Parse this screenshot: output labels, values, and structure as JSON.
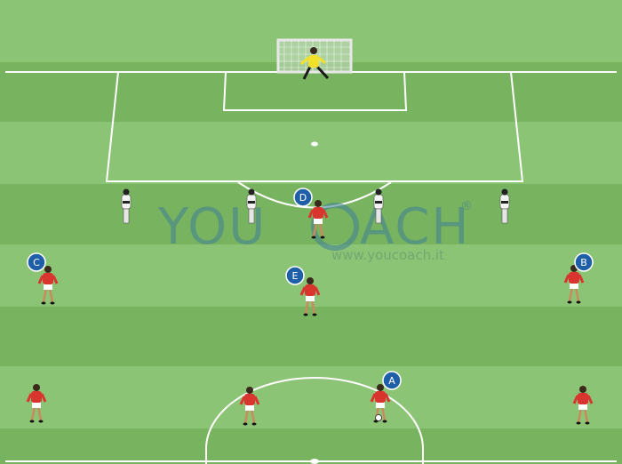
{
  "watermark": {
    "brand_you": "YOU",
    "brand_c": "C",
    "brand_ach": "ACH",
    "registered": "®",
    "url": "www.youcoach.it"
  },
  "labels": {
    "A": "A",
    "B": "B",
    "C": "C",
    "D": "D",
    "E": "E"
  },
  "colors": {
    "grass_light": "#8cc476",
    "grass_dark": "#78b35f",
    "lines": "#ffffff",
    "player_shirt": "#d9352f",
    "player_shorts": "#ffffff",
    "goalkeeper_shirt": "#f1e12b",
    "dummy": "#f2f2f2",
    "badge": "#1f5fa8"
  }
}
